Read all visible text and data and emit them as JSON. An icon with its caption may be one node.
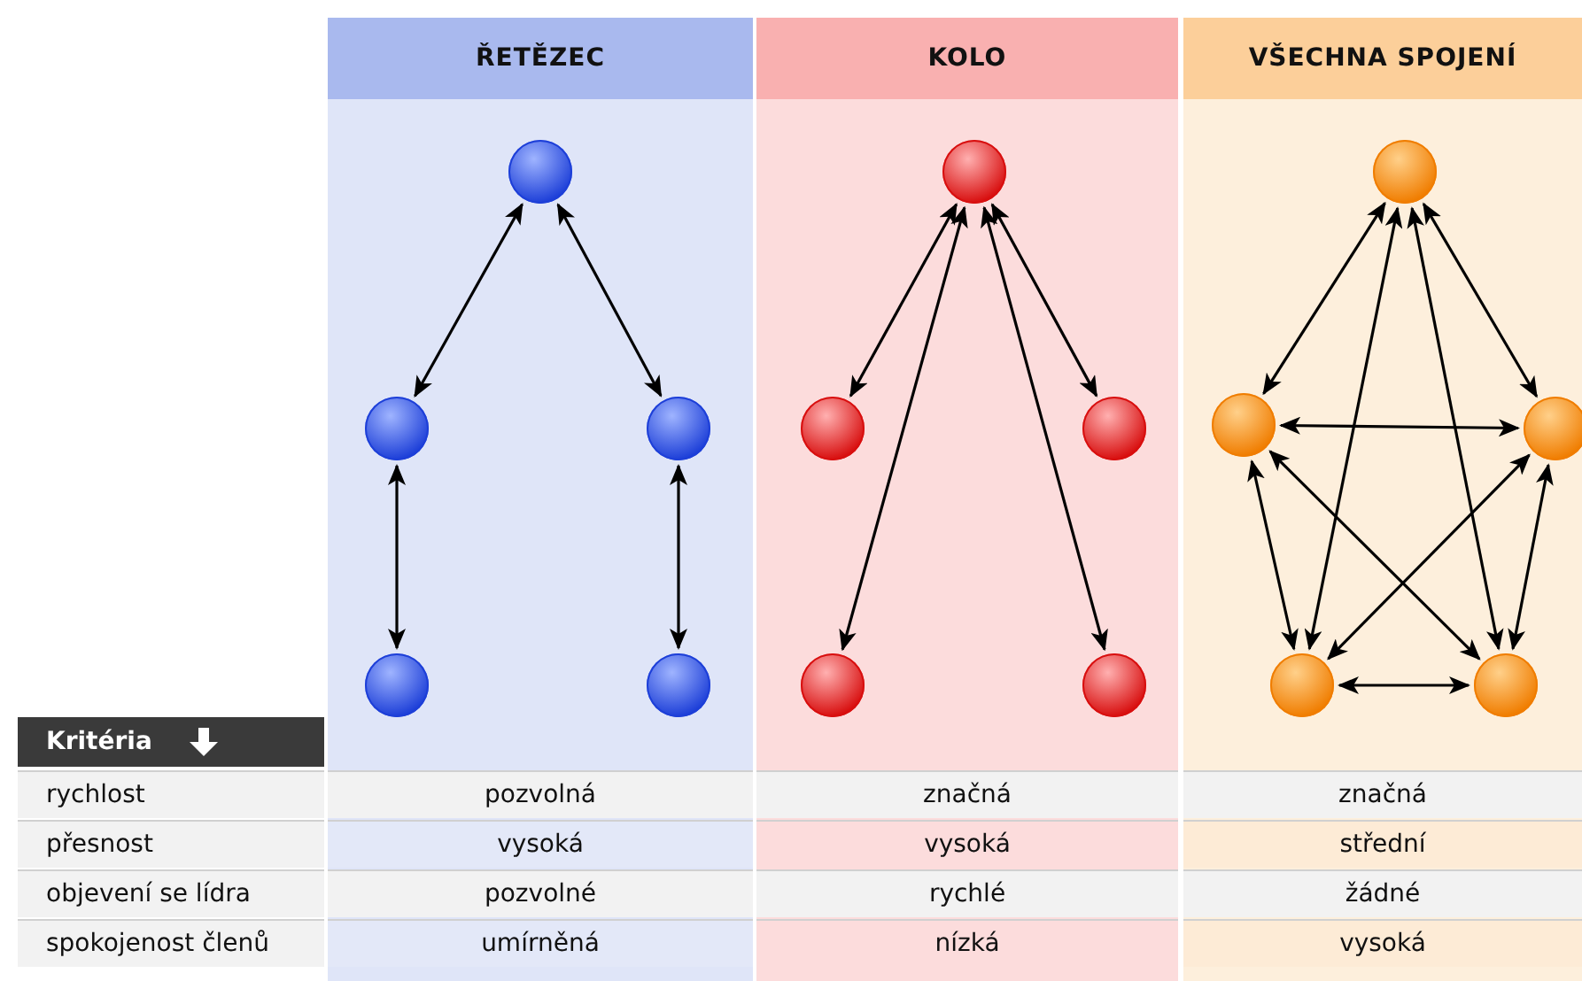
{
  "diagram": {
    "nodes": [
      {
        "text": [
          "ŘETĚZEC"
        ]
      },
      {
        "text": [],
        "shape": "circle",
        "in": 0
      },
      {
        "text": [],
        "shape": "circle",
        "in": 0
      },
      {
        "text": [],
        "shape": "circle",
        "in": 0
      },
      {
        "text": [],
        "shape": "circle",
        "in": 0
      },
      {
        "text": [],
        "shape": "circle",
        "in": 0
      },
      {
        "text": [
          "KOLO"
        ]
      },
      {
        "text": [],
        "shape": "circle",
        "in": 6
      },
      {
        "text": [],
        "shape": "circle",
        "in": 6
      },
      {
        "text": [],
        "shape": "circle",
        "in": 6
      },
      {
        "text": [],
        "shape": "circle",
        "in": 6
      },
      {
        "text": [],
        "shape": "circle",
        "in": 6
      },
      {
        "text": [
          "VŠECHNA SPOJENÍ"
        ]
      },
      {
        "text": [],
        "shape": "circle",
        "in": 12
      },
      {
        "text": [],
        "shape": "circle",
        "in": 12
      },
      {
        "text": [],
        "shape": "circle",
        "in": 12
      },
      {
        "text": [],
        "shape": "circle",
        "in": 12
      },
      {
        "text": [],
        "shape": "circle",
        "in": 12
      }
    ],
    "edges": [
      {
        "from": 1,
        "to": 2,
        "arrow": "both"
      },
      {
        "from": 1,
        "to": 3,
        "arrow": "both"
      },
      {
        "from": 2,
        "to": 4,
        "arrow": "both"
      },
      {
        "from": 3,
        "to": 5,
        "arrow": "both"
      },
      {
        "from": 7,
        "to": 8,
        "arrow": "both"
      },
      {
        "from": 7,
        "to": 9,
        "arrow": "both"
      },
      {
        "from": 7,
        "to": 10,
        "arrow": "both"
      },
      {
        "from": 7,
        "to": 11,
        "arrow": "both"
      },
      {
        "from": 13,
        "to": 14,
        "arrow": "both"
      },
      {
        "from": 13,
        "to": 15,
        "arrow": "both"
      },
      {
        "from": 13,
        "to": 16,
        "arrow": "both"
      },
      {
        "from": 13,
        "to": 17,
        "arrow": "both"
      },
      {
        "from": 14,
        "to": 15,
        "arrow": "both"
      },
      {
        "from": 14,
        "to": 16,
        "arrow": "both"
      },
      {
        "from": 14,
        "to": 17,
        "arrow": "both"
      },
      {
        "from": 15,
        "to": 16,
        "arrow": "both"
      },
      {
        "from": 15,
        "to": 17,
        "arrow": "both"
      },
      {
        "from": 16,
        "to": 17,
        "arrow": "both"
      }
    ],
    "labels": [
      "Kritéria",
      "rychlost",
      "pozvolná",
      "značná",
      "značná",
      "přesnost",
      "vysoká",
      "vysoká",
      "střední",
      "objevení se lídra",
      "pozvolné",
      "rychlé",
      "žádné",
      "spokojenost členů",
      "umírněná",
      "nízká",
      "vysoká"
    ]
  }
}
